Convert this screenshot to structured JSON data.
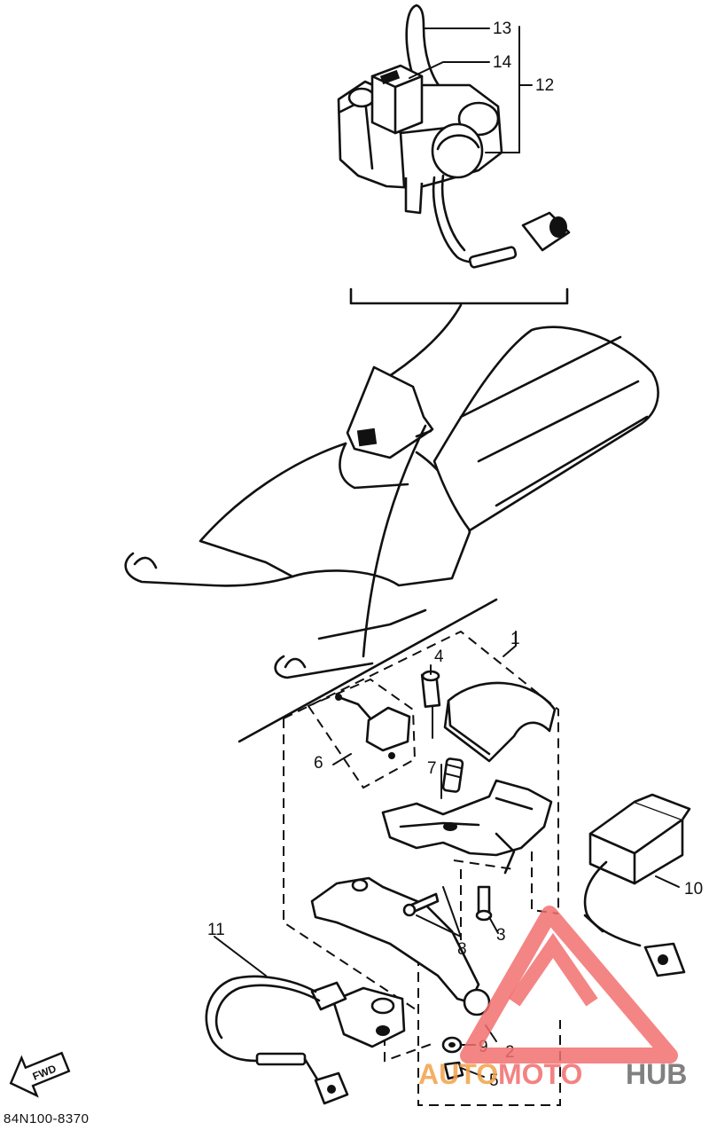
{
  "diagram": {
    "callouts": {
      "c1": "1",
      "c2": "2",
      "c3": "3",
      "c4": "4",
      "c5": "5",
      "c6": "6",
      "c7": "7",
      "c8": "8",
      "c9": "9",
      "c10": "10",
      "c11": "11",
      "c12": "12",
      "c13": "13",
      "c14": "14"
    },
    "fwd_label": "FWD",
    "drawing_code": "84N100-8370"
  },
  "watermark": {
    "text_auto": "AUTO",
    "text_moto": "MOTO",
    "text_hub": "HUB",
    "colors": {
      "orange": "#f2a24a",
      "red": "#f26d6d",
      "gray": "#6a6a6a"
    }
  }
}
